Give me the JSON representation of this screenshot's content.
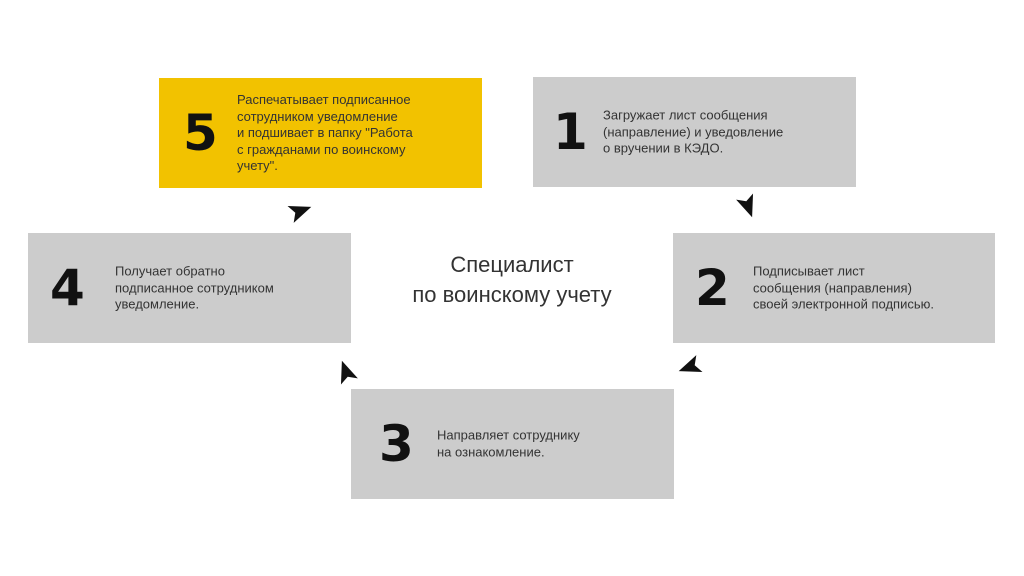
{
  "center": {
    "title": "Специалист\nпо воинскому учету"
  },
  "steps": [
    {
      "number": "1",
      "text": "Загружает лист сообщения\n(направление) и уведовление\nо вручении в КЭДО."
    },
    {
      "number": "2",
      "text": "Подписывает лист\nсообщения (направления)\nсвоей электронной подписью."
    },
    {
      "number": "3",
      "text": "Направляет сотруднику\nна ознакомление."
    },
    {
      "number": "4",
      "text": "Получает обратно\nподписанное сотрудником\nуведомление."
    },
    {
      "number": "5",
      "text": "Распечатывает подписанное\nсотрудником уведомление\nи подшивает в папку \"Работа\nс гражданами по воинскому\nучету\"."
    }
  ],
  "colors": {
    "box": "#cccccc",
    "highlight": "#f2c200",
    "arrow": "#111111"
  },
  "icons": [
    "arrow-icon"
  ]
}
